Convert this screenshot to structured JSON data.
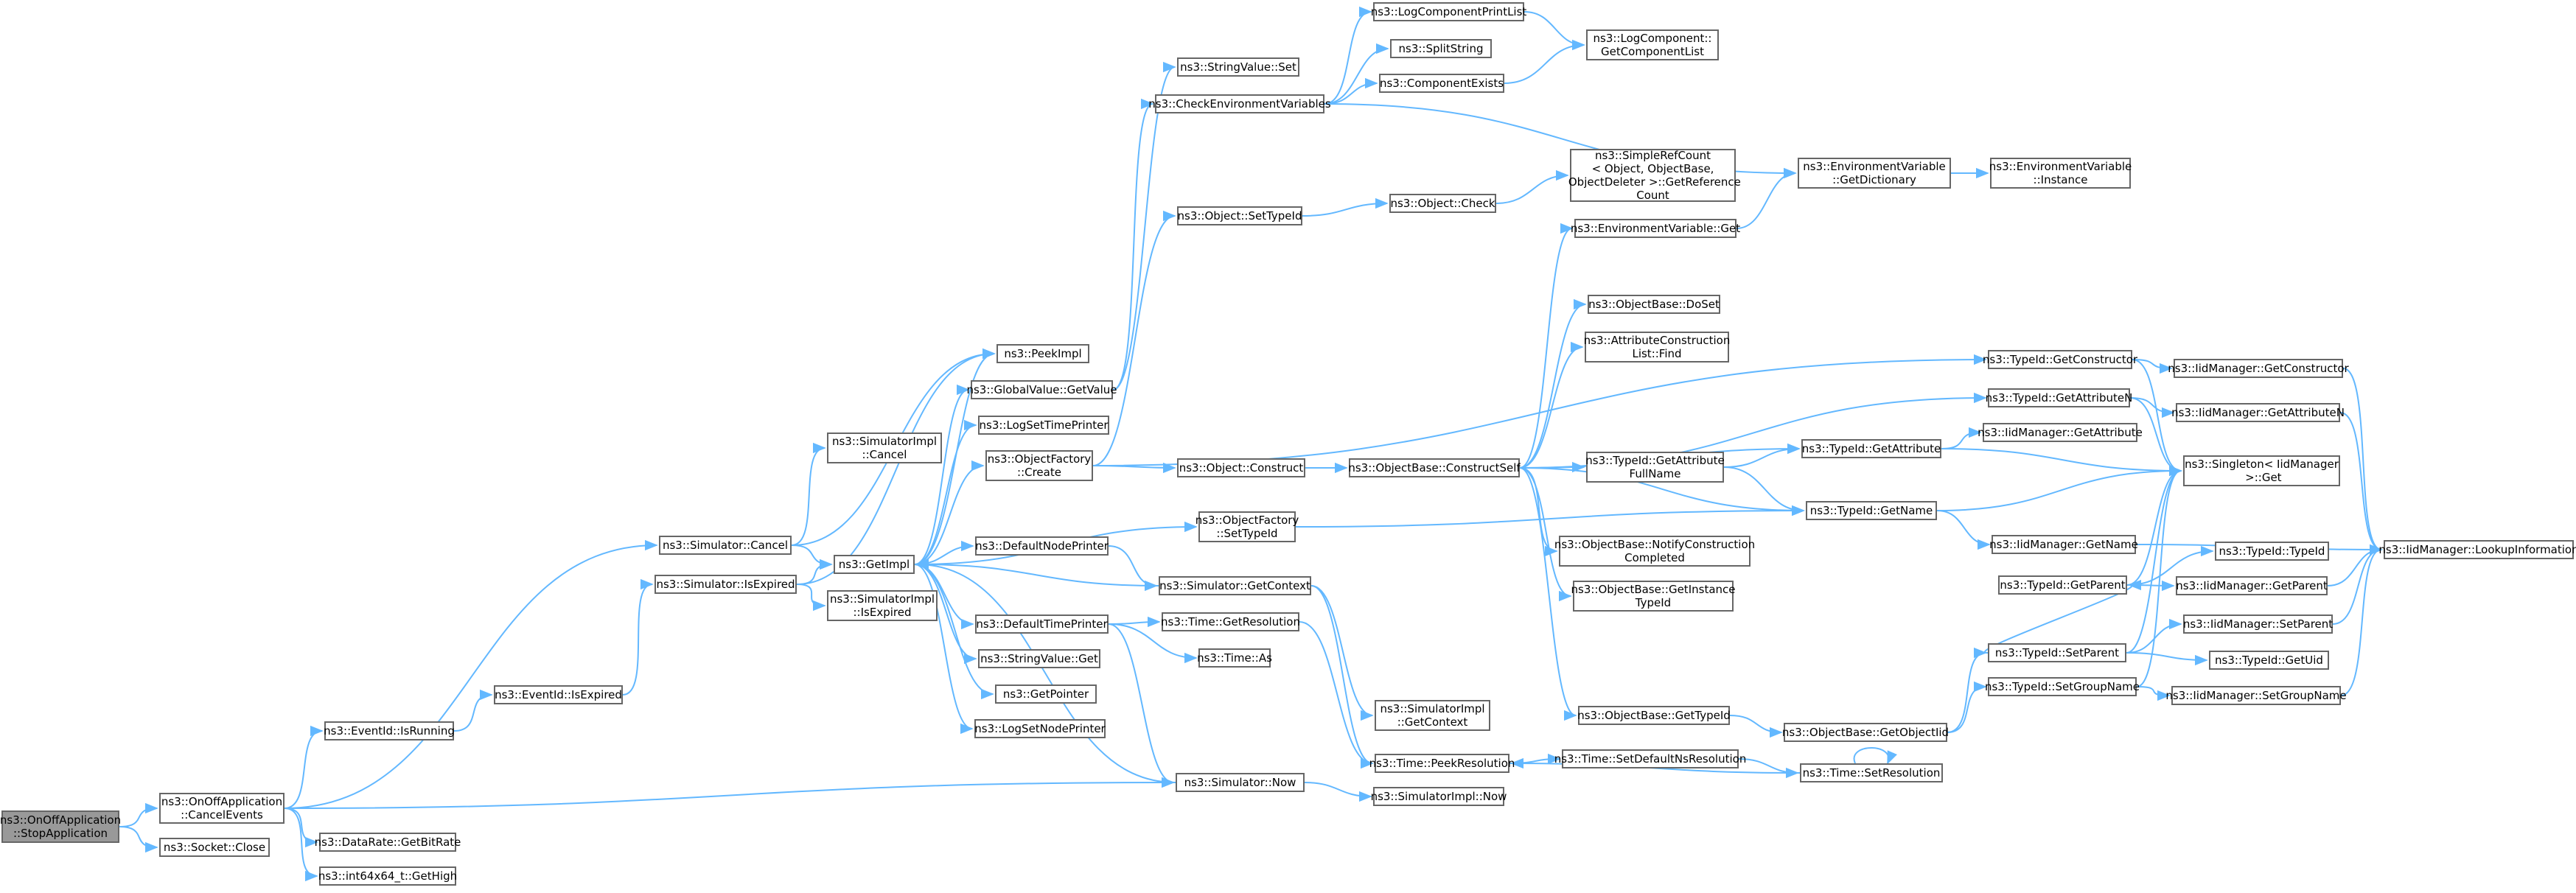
{
  "graph": {
    "edge_color": "#63b8ff",
    "root_fill": "#999999",
    "node_border": "#666666",
    "nodes": [
      {
        "id": "stopapp",
        "label": "ns3::OnOffApplication\n::StopApplication",
        "root": true
      },
      {
        "id": "cancelevents",
        "label": "ns3::OnOffApplication\n::CancelEvents"
      },
      {
        "id": "socketclose",
        "label": "ns3::Socket::Close"
      },
      {
        "id": "simcancel",
        "label": "ns3::Simulator::Cancel"
      },
      {
        "id": "eventidisrunning",
        "label": "ns3::EventId::IsRunning"
      },
      {
        "id": "simnow",
        "label": "ns3::Simulator::Now"
      },
      {
        "id": "getbitrate",
        "label": "ns3::DataRate::GetBitRate"
      },
      {
        "id": "gethigh",
        "label": "ns3::int64x64_t::GetHigh"
      },
      {
        "id": "getimpl",
        "label": "ns3::GetImpl"
      },
      {
        "id": "simimplcancel",
        "label": "ns3::SimulatorImpl\n::Cancel"
      },
      {
        "id": "peekimpl",
        "label": "ns3::PeekImpl"
      },
      {
        "id": "eventidisexpired",
        "label": "ns3::EventId::IsExpired"
      },
      {
        "id": "simisexpired",
        "label": "ns3::Simulator::IsExpired"
      },
      {
        "id": "simimplisexpired",
        "label": "ns3::SimulatorImpl\n::IsExpired"
      },
      {
        "id": "simimplnow",
        "label": "ns3::SimulatorImpl::Now"
      },
      {
        "id": "peekresolution",
        "label": "ns3::Time::PeekResolution"
      },
      {
        "id": "globalgetvalue",
        "label": "ns3::GlobalValue::GetValue"
      },
      {
        "id": "logsettimeprinter",
        "label": "ns3::LogSetTimePrinter"
      },
      {
        "id": "objfactorycreate",
        "label": "ns3::ObjectFactory\n::Create"
      },
      {
        "id": "defaultnodeprinter",
        "label": "ns3::DefaultNodePrinter"
      },
      {
        "id": "defaulttimeprinter",
        "label": "ns3::DefaultTimePrinter"
      },
      {
        "id": "stringvalueget",
        "label": "ns3::StringValue::Get"
      },
      {
        "id": "getpointer",
        "label": "ns3::GetPointer"
      },
      {
        "id": "logsetnodeprinter",
        "label": "ns3::LogSetNodePrinter"
      },
      {
        "id": "stringvalueset",
        "label": "ns3::StringValue::Set"
      },
      {
        "id": "checkenv",
        "label": "ns3::CheckEnvironmentVariables"
      },
      {
        "id": "objsettypeid",
        "label": "ns3::Object::SetTypeId"
      },
      {
        "id": "objconstruct",
        "label": "ns3::Object::Construct"
      },
      {
        "id": "objfactorysettypeid",
        "label": "ns3::ObjectFactory\n::SetTypeId"
      },
      {
        "id": "simgetcontext",
        "label": "ns3::Simulator::GetContext"
      },
      {
        "id": "timegetresolution",
        "label": "ns3::Time::GetResolution"
      },
      {
        "id": "timeas",
        "label": "ns3::Time::As"
      },
      {
        "id": "simimplgetcontext",
        "label": "ns3::SimulatorImpl\n::GetContext"
      },
      {
        "id": "logcompprintlist",
        "label": "ns3::LogComponentPrintList"
      },
      {
        "id": "splitstring",
        "label": "ns3::SplitString"
      },
      {
        "id": "componentexists",
        "label": "ns3::ComponentExists"
      },
      {
        "id": "envvargetdict",
        "label": "ns3::EnvironmentVariable\n::GetDictionary"
      },
      {
        "id": "objcheck",
        "label": "ns3::Object::Check"
      },
      {
        "id": "constructself",
        "label": "ns3::ObjectBase::ConstructSelf"
      },
      {
        "id": "setdefaultnsres",
        "label": "ns3::Time::SetDefaultNsResolution"
      },
      {
        "id": "timesetresolution",
        "label": "ns3::Time::SetResolution"
      },
      {
        "id": "logcompgetlist",
        "label": "ns3::LogComponent::\nGetComponentList"
      },
      {
        "id": "envvarinstance",
        "label": "ns3::EnvironmentVariable\n::Instance"
      },
      {
        "id": "simplerefcount",
        "label": "ns3::SimpleRefCount\n< Object, ObjectBase,\n ObjectDeleter >::GetReference\nCount"
      },
      {
        "id": "envvarget",
        "label": "ns3::EnvironmentVariable::Get"
      },
      {
        "id": "objbasedoset",
        "label": "ns3::ObjectBase::DoSet"
      },
      {
        "id": "attrconstructfind",
        "label": "ns3::AttributeConstruction\nList::Find"
      },
      {
        "id": "typeidgetattrfullname",
        "label": "ns3::TypeId::GetAttribute\nFullName"
      },
      {
        "id": "notifyconstructioncompleted",
        "label": "ns3::ObjectBase::NotifyConstruction\nCompleted"
      },
      {
        "id": "getinstancetypeid",
        "label": "ns3::ObjectBase::GetInstance\nTypeId"
      },
      {
        "id": "objbasegettypeid",
        "label": "ns3::ObjectBase::GetTypeId"
      },
      {
        "id": "typeidgetconstructor",
        "label": "ns3::TypeId::GetConstructor"
      },
      {
        "id": "typeidgetattributen",
        "label": "ns3::TypeId::GetAttributeN"
      },
      {
        "id": "typeidgetattribute",
        "label": "ns3::TypeId::GetAttribute"
      },
      {
        "id": "typeidgetname",
        "label": "ns3::TypeId::GetName"
      },
      {
        "id": "typeidgetparent",
        "label": "ns3::TypeId::GetParent"
      },
      {
        "id": "getobjectiid",
        "label": "ns3::ObjectBase::GetObjectIid"
      },
      {
        "id": "typeidsetparent",
        "label": "ns3::TypeId::SetParent"
      },
      {
        "id": "typeidsetgroupname",
        "label": "ns3::TypeId::SetGroupName"
      },
      {
        "id": "iidgetconstructor",
        "label": "ns3::IidManager::GetConstructor"
      },
      {
        "id": "iidgetattributen",
        "label": "ns3::IidManager::GetAttributeN"
      },
      {
        "id": "iidgetattribute",
        "label": "ns3::IidManager::GetAttribute"
      },
      {
        "id": "singletonget",
        "label": "ns3::Singleton< IidManager\n >::Get"
      },
      {
        "id": "iidgetname",
        "label": "ns3::IidManager::GetName"
      },
      {
        "id": "typeidtypeid",
        "label": "ns3::TypeId::TypeId"
      },
      {
        "id": "iidgetparent",
        "label": "ns3::IidManager::GetParent"
      },
      {
        "id": "iidsetparent",
        "label": "ns3::IidManager::SetParent"
      },
      {
        "id": "typeidgetuid",
        "label": "ns3::TypeId::GetUid"
      },
      {
        "id": "iidsetgroupname",
        "label": "ns3::IidManager::SetGroupName"
      },
      {
        "id": "iidlookupinfo",
        "label": "ns3::IidManager::LookupInformation"
      }
    ],
    "edges": [
      [
        "stopapp",
        "cancelevents"
      ],
      [
        "stopapp",
        "socketclose"
      ],
      [
        "cancelevents",
        "simcancel"
      ],
      [
        "cancelevents",
        "eventidisrunning"
      ],
      [
        "cancelevents",
        "simnow"
      ],
      [
        "cancelevents",
        "getbitrate"
      ],
      [
        "cancelevents",
        "gethigh"
      ],
      [
        "simcancel",
        "simimplcancel"
      ],
      [
        "simcancel",
        "peekimpl"
      ],
      [
        "simcancel",
        "getimpl"
      ],
      [
        "eventidisrunning",
        "eventidisexpired"
      ],
      [
        "eventidisexpired",
        "simisexpired"
      ],
      [
        "simisexpired",
        "getimpl"
      ],
      [
        "simisexpired",
        "simimplisexpired"
      ],
      [
        "simisexpired",
        "peekimpl"
      ],
      [
        "simnow",
        "getimpl"
      ],
      [
        "simnow",
        "simimplnow"
      ],
      [
        "getimpl",
        "peekimpl"
      ],
      [
        "getimpl",
        "globalgetvalue"
      ],
      [
        "getimpl",
        "logsettimeprinter"
      ],
      [
        "getimpl",
        "objfactorycreate"
      ],
      [
        "getimpl",
        "objfactorysettypeid"
      ],
      [
        "getimpl",
        "defaultnodeprinter"
      ],
      [
        "getimpl",
        "defaulttimeprinter"
      ],
      [
        "getimpl",
        "stringvalueget"
      ],
      [
        "getimpl",
        "getpointer"
      ],
      [
        "getimpl",
        "logsetnodeprinter"
      ],
      [
        "globalgetvalue",
        "stringvalueset"
      ],
      [
        "globalgetvalue",
        "checkenv"
      ],
      [
        "objfactorycreate",
        "objsettypeid"
      ],
      [
        "objfactorycreate",
        "objconstruct"
      ],
      [
        "objfactorycreate",
        "typeidgetconstructor"
      ],
      [
        "objfactorysettypeid",
        "typeidgetname"
      ],
      [
        "defaultnodeprinter",
        "simgetcontext"
      ],
      [
        "simgetcontext",
        "getimpl"
      ],
      [
        "simgetcontext",
        "simimplgetcontext"
      ],
      [
        "simgetcontext",
        "peekresolution"
      ],
      [
        "defaulttimeprinter",
        "timegetresolution"
      ],
      [
        "defaulttimeprinter",
        "timeas"
      ],
      [
        "defaulttimeprinter",
        "simnow"
      ],
      [
        "timegetresolution",
        "peekresolution"
      ],
      [
        "peekresolution",
        "setdefaultnsres"
      ],
      [
        "setdefaultnsres",
        "timesetresolution"
      ],
      [
        "timesetresolution",
        "timesetresolution"
      ],
      [
        "timesetresolution",
        "peekresolution"
      ],
      [
        "checkenv",
        "logcompprintlist"
      ],
      [
        "checkenv",
        "splitstring"
      ],
      [
        "checkenv",
        "componentexists"
      ],
      [
        "checkenv",
        "envvargetdict"
      ],
      [
        "logcompprintlist",
        "logcompgetlist"
      ],
      [
        "componentexists",
        "logcompgetlist"
      ],
      [
        "envvargetdict",
        "envvarinstance"
      ],
      [
        "objsettypeid",
        "objcheck"
      ],
      [
        "objcheck",
        "simplerefcount"
      ],
      [
        "objconstruct",
        "constructself"
      ],
      [
        "constructself",
        "envvarget"
      ],
      [
        "constructself",
        "objbasedoset"
      ],
      [
        "constructself",
        "attrconstructfind"
      ],
      [
        "constructself",
        "typeidgetattributen"
      ],
      [
        "constructself",
        "typeidgetattribute"
      ],
      [
        "constructself",
        "typeidgetattrfullname"
      ],
      [
        "constructself",
        "typeidgetname"
      ],
      [
        "constructself",
        "notifyconstructioncompleted"
      ],
      [
        "constructself",
        "getinstancetypeid"
      ],
      [
        "constructself",
        "objbasegettypeid"
      ],
      [
        "envvarget",
        "envvargetdict"
      ],
      [
        "typeidgetattrfullname",
        "typeidgetattribute"
      ],
      [
        "typeidgetattrfullname",
        "typeidgetname"
      ],
      [
        "objbasegettypeid",
        "getobjectiid"
      ],
      [
        "getobjectiid",
        "typeidsetparent"
      ],
      [
        "getobjectiid",
        "typeidsetgroupname"
      ],
      [
        "typeidgetconstructor",
        "iidgetconstructor"
      ],
      [
        "typeidgetconstructor",
        "singletonget"
      ],
      [
        "typeidgetattributen",
        "iidgetattributen"
      ],
      [
        "typeidgetattributen",
        "singletonget"
      ],
      [
        "typeidgetattribute",
        "iidgetattribute"
      ],
      [
        "typeidgetattribute",
        "singletonget"
      ],
      [
        "typeidgetname",
        "iidgetname"
      ],
      [
        "typeidgetname",
        "singletonget"
      ],
      [
        "typeidgetparent",
        "typeidtypeid"
      ],
      [
        "typeidgetparent",
        "iidgetparent"
      ],
      [
        "typeidgetparent",
        "singletonget"
      ],
      [
        "typeidsetparent",
        "iidsetparent"
      ],
      [
        "typeidsetparent",
        "typeidgetuid"
      ],
      [
        "typeidsetparent",
        "singletonget"
      ],
      [
        "typeidsetparent",
        "typeidgetparent"
      ],
      [
        "typeidsetgroupname",
        "iidsetgroupname"
      ],
      [
        "typeidsetgroupname",
        "singletonget"
      ],
      [
        "iidgetconstructor",
        "iidlookupinfo"
      ],
      [
        "iidgetattributen",
        "iidlookupinfo"
      ],
      [
        "iidgetname",
        "iidlookupinfo"
      ],
      [
        "iidgetparent",
        "iidlookupinfo"
      ],
      [
        "iidsetparent",
        "iidlookupinfo"
      ],
      [
        "iidsetgroupname",
        "iidlookupinfo"
      ]
    ]
  }
}
